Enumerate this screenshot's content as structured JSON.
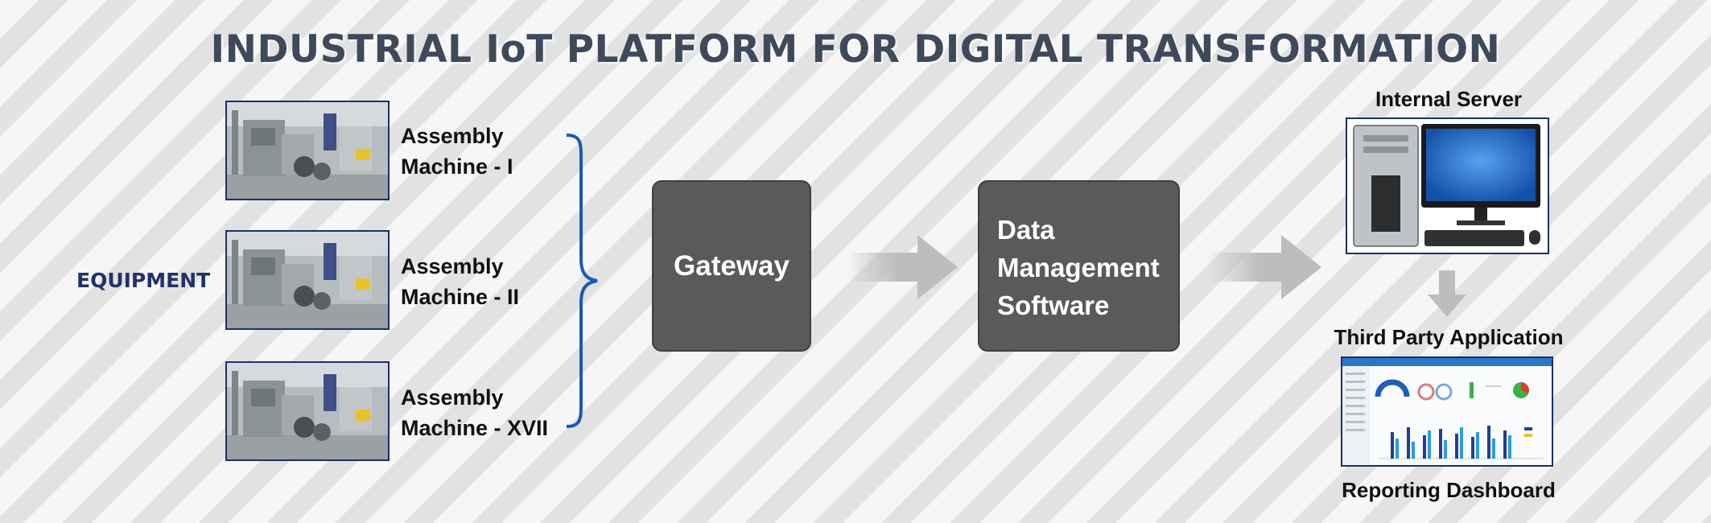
{
  "header": {
    "title": "INDUSTRIAL IoT PLATFORM FOR DIGITAL TRANSFORMATION"
  },
  "equipment": {
    "label": "EQUIPMENT",
    "machines": [
      {
        "line1": "Assembly",
        "line2": "Machine - I"
      },
      {
        "line1": "Assembly",
        "line2": "Machine - II"
      },
      {
        "line1": "Assembly",
        "line2": "Machine - XVII"
      }
    ]
  },
  "gateway": {
    "label": "Gateway"
  },
  "data_management": {
    "lines": [
      "Data",
      "Management",
      "Software"
    ]
  },
  "server": {
    "label": "Internal Server"
  },
  "third_party": {
    "label": "Third Party Application"
  },
  "dashboard": {
    "label": "Reporting Dashboard"
  },
  "colors": {
    "accent_blue": "#1c2f6b",
    "bracket_blue": "#1b59b8",
    "box_gray": "#5a5a5a",
    "arrow_gray": "#bdbdbd",
    "title": "#3e4a5c"
  },
  "icons": [
    "machine-photo",
    "curly-bracket",
    "right-arrow",
    "down-arrow",
    "computer-icon",
    "dashboard-screenshot"
  ]
}
